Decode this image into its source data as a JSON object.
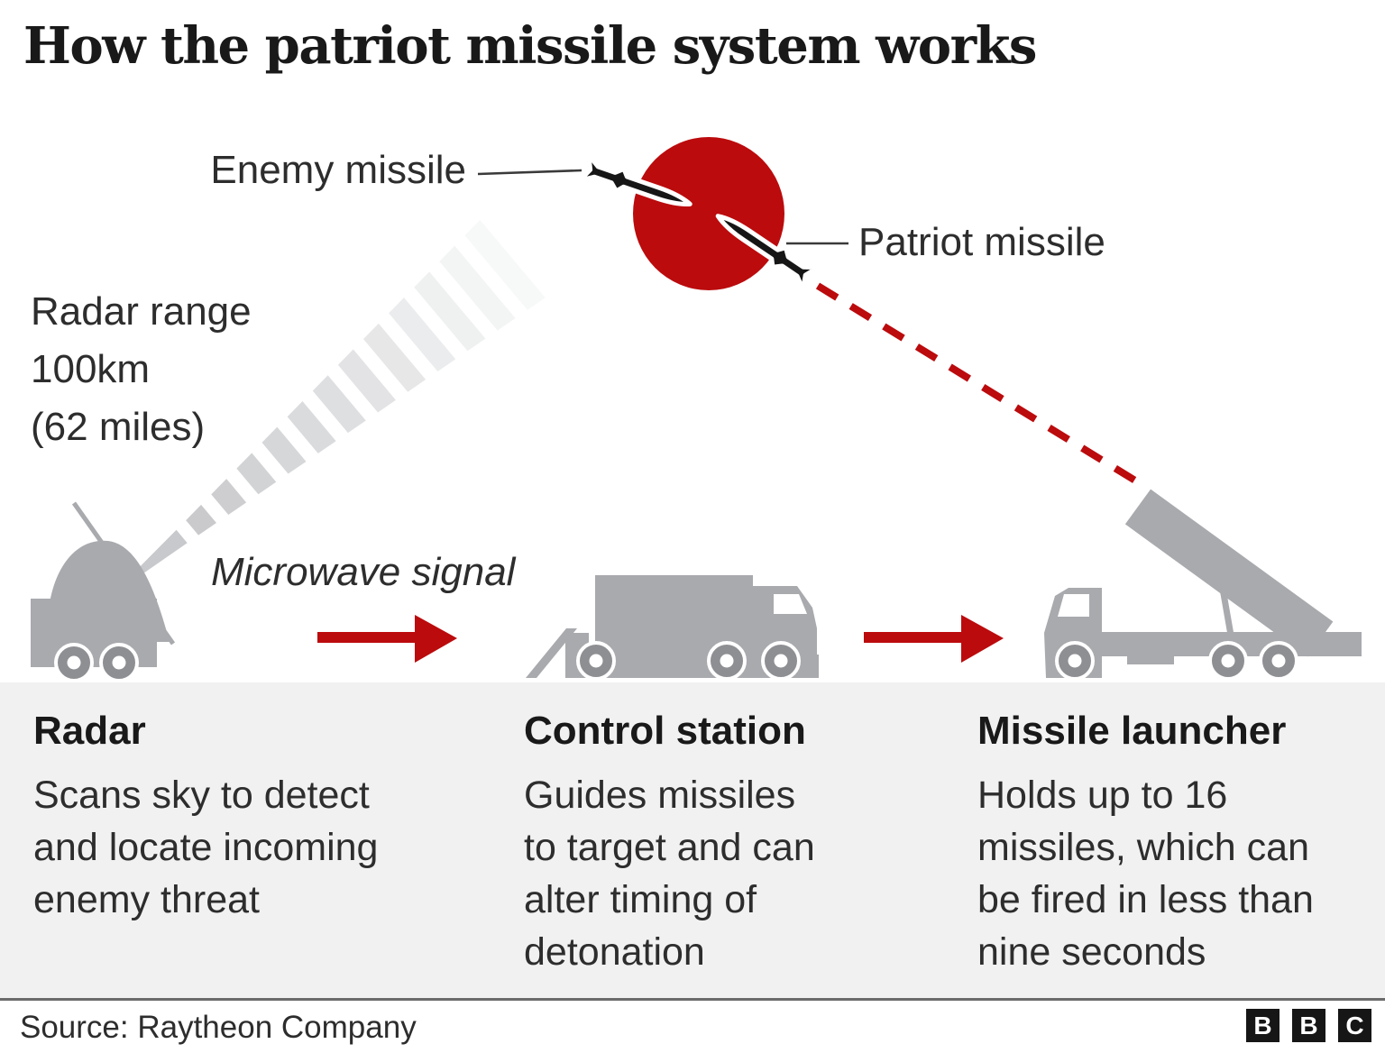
{
  "title": "How the patriot missile system works",
  "labels": {
    "enemy_missile": "Enemy missile",
    "patriot_missile": "Patriot missile",
    "radar_range": "Radar range\n100km\n(62 miles)",
    "microwave_signal": "Microwave signal"
  },
  "columns": [
    {
      "heading": "Radar",
      "body": "Scans sky to detect\nand locate incoming\nenemy threat"
    },
    {
      "heading": "Control station",
      "body": "Guides missiles\nto target and can\nalter timing of\ndetonation"
    },
    {
      "heading": "Missile launcher",
      "body": "Holds up to 16\nmissiles, which can\nbe fired in less than\nnine seconds"
    }
  ],
  "footer": {
    "source": "Source: Raytheon Company",
    "logo": [
      "B",
      "B",
      "C"
    ]
  },
  "colors": {
    "red": "#bb0b0d",
    "truck-gray": "#a9aaae",
    "wheel-gray": "#8e8f93",
    "beam-gray": "#c5c6c9",
    "panel-bg": "#f1f1f2",
    "text-dark": "#191919",
    "text-body": "#2d2d2d",
    "logo-black": "#161616",
    "line-gray": "#6b6b6b"
  }
}
